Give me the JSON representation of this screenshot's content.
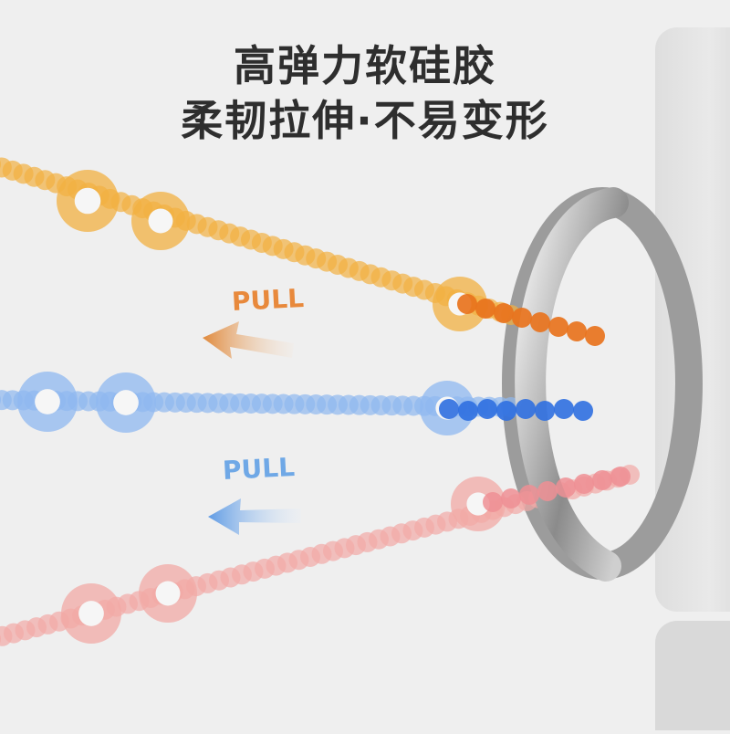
{
  "headline": {
    "line1": "高弹力软硅胶",
    "line2": "柔韧拉伸·不易变形"
  },
  "callouts": [
    {
      "label": "PULL",
      "color": "#e8893c"
    },
    {
      "label": "PULL",
      "color": "#6fa8e6"
    }
  ],
  "colors": {
    "background": "#efefef",
    "strap_orange": "#f2b042",
    "strap_blue": "#8fb8f0",
    "strap_pink": "#f2a9a6",
    "ring_metal": "#a9a9a9"
  }
}
